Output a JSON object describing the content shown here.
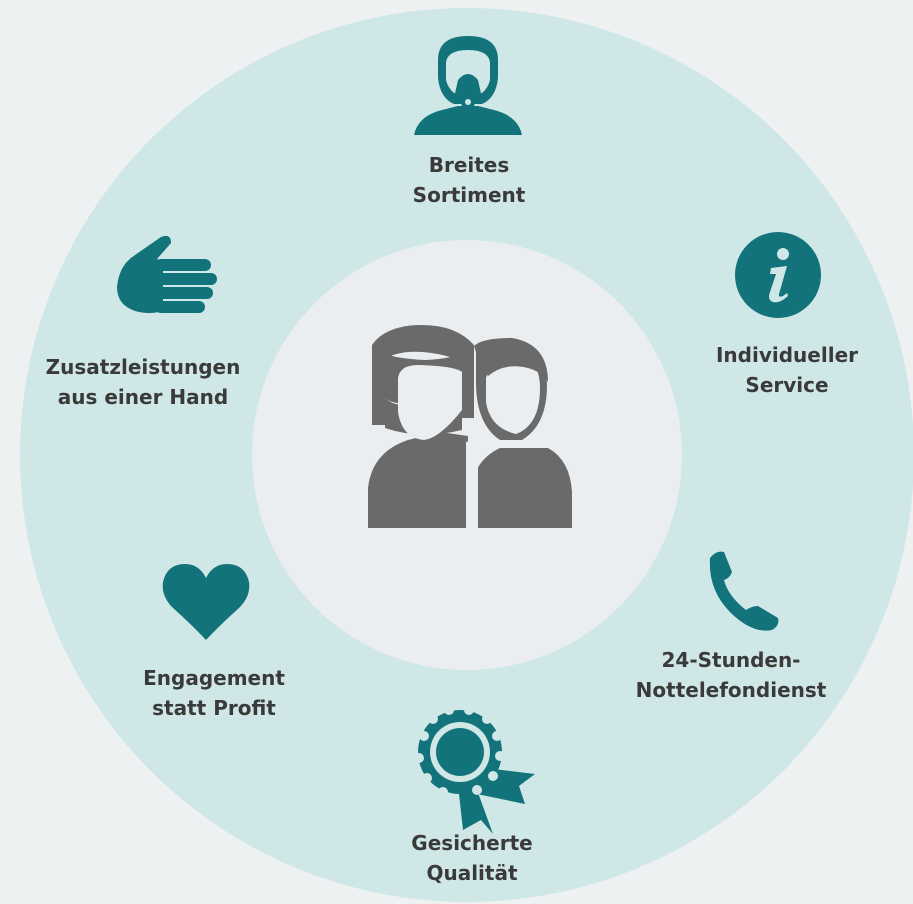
{
  "colors": {
    "background": "#eef1f2",
    "ring": "#cfe7e6",
    "inner_circle": "#ebeef0",
    "icon_teal": "#12737a",
    "center_people": "#6a6a6a",
    "text": "#3a3a3a"
  },
  "center": {
    "icon": "people-icon"
  },
  "items": [
    {
      "icon": "breathing-mask-person-icon",
      "line1": "Breites",
      "line2": "Sortiment"
    },
    {
      "icon": "info-icon",
      "line1": "Individueller",
      "line2": "Service"
    },
    {
      "icon": "phone-icon",
      "line1": "24-Stunden-",
      "line2": "Nottelefondienst"
    },
    {
      "icon": "award-badge-icon",
      "line1": "Gesicherte",
      "line2": "Qualität"
    },
    {
      "icon": "heart-icon",
      "line1": "Engagement",
      "line2": "statt Profit"
    },
    {
      "icon": "hand-icon",
      "line1": "Zusatzleistungen",
      "line2": "aus einer Hand"
    }
  ]
}
